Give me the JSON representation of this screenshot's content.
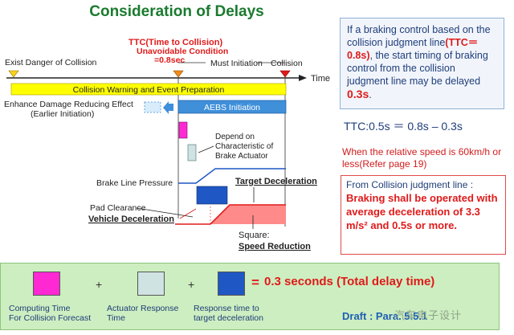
{
  "title": "Consideration of Delays",
  "timeline": {
    "exist_danger": "Exist Danger of Collision",
    "ttc_line1": "TTC(Time to Collision)",
    "ttc_line2": "Unavoidable Condition",
    "ttc_line3": "=0.8sec",
    "must_initiation": "Must Initiation",
    "collision": "Collision",
    "time_axis": "Time",
    "warning_bar": "Collision Warning and Event Preparation",
    "enhance_line1": "Enhance Damage Reducing Effect",
    "enhance_line2": "(Earlier Initiation)",
    "aebs_bar": "AEBS Initiation",
    "depend_line1": "Depend on",
    "depend_line2": "Characteristic of",
    "depend_line3": "Brake Actuator",
    "brake_line_pressure": "Brake Line Pressure",
    "target_deceleration": "Target Deceleration",
    "pad_clearance": "Pad Clearance",
    "vehicle_deceleration": "Vehicle Deceleration",
    "square": "Square:",
    "speed_reduction": "Speed Reduction"
  },
  "info": {
    "p1": "If a braking control based on the collision judgment line",
    "ttc": "(TTC＝0.8s)",
    "p2": ", the start timing of braking control from the collision judgment line may be delayed ",
    "delay": "0.3s",
    "p3": "."
  },
  "formula": "TTC:0.5s ＝ 0.8s – 0.3s",
  "speed_note": "When the relative speed is 60km/h or less(Refer page 19)",
  "brake_box": {
    "intro": "From Collision judgment line :",
    "body": "Braking shall be operated with average deceleration of 3.3 m/s² and 0.5s or more."
  },
  "legend": {
    "computing": "Computing Time\nFor Collision Forecast",
    "actuator": "Actuator Response\nTime",
    "response": "Response time to\ntarget deceleration",
    "plus": "+",
    "equals": "=",
    "total": "0.3 seconds (Total delay time)",
    "draft": "Draft : Para. 5.5.1",
    "watermark": "汽车电子设计"
  },
  "colors": {
    "green_title": "#1a7a2e",
    "yellow_bar": "#ffff00",
    "blue_bar": "#3f8fd9",
    "magenta": "#ff29d4",
    "actuator": "#cfe3e3",
    "response": "#1f57c4",
    "red": "#e01a1a",
    "legend_bg": "#cdeec0"
  }
}
